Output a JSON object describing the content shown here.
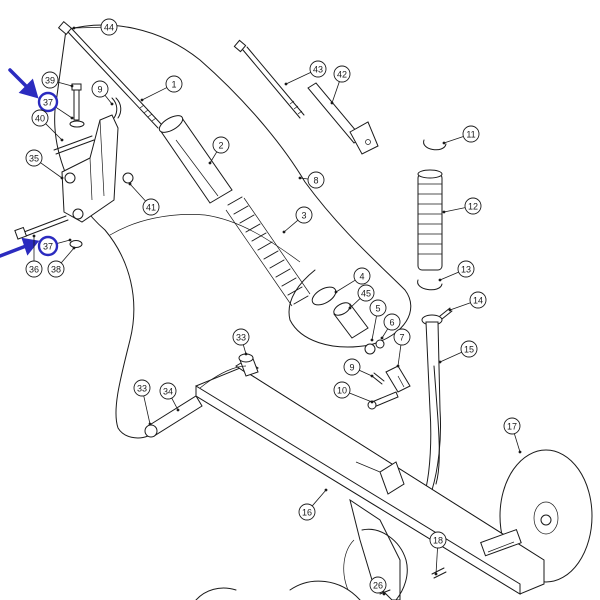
{
  "callouts": [
    {
      "label": "44"
    },
    {
      "label": "1"
    },
    {
      "label": "43"
    },
    {
      "label": "42"
    },
    {
      "label": "39"
    },
    {
      "label": "9"
    },
    {
      "label": "37"
    },
    {
      "label": "40"
    },
    {
      "label": "2"
    },
    {
      "label": "11"
    },
    {
      "label": "35"
    },
    {
      "label": "8"
    },
    {
      "label": "41"
    },
    {
      "label": "12"
    },
    {
      "label": "3"
    },
    {
      "label": "37"
    },
    {
      "label": "36"
    },
    {
      "label": "38"
    },
    {
      "label": "13"
    },
    {
      "label": "4"
    },
    {
      "label": "14"
    },
    {
      "label": "45"
    },
    {
      "label": "5"
    },
    {
      "label": "6"
    },
    {
      "label": "15"
    },
    {
      "label": "7"
    },
    {
      "label": "33"
    },
    {
      "label": "9"
    },
    {
      "label": "33"
    },
    {
      "label": "34"
    },
    {
      "label": "10"
    },
    {
      "label": "17"
    },
    {
      "label": "16"
    },
    {
      "label": "18"
    },
    {
      "label": "26"
    }
  ],
  "highlights": {
    "color": "#2b2bbf",
    "labels": [
      "37",
      "37"
    ]
  }
}
